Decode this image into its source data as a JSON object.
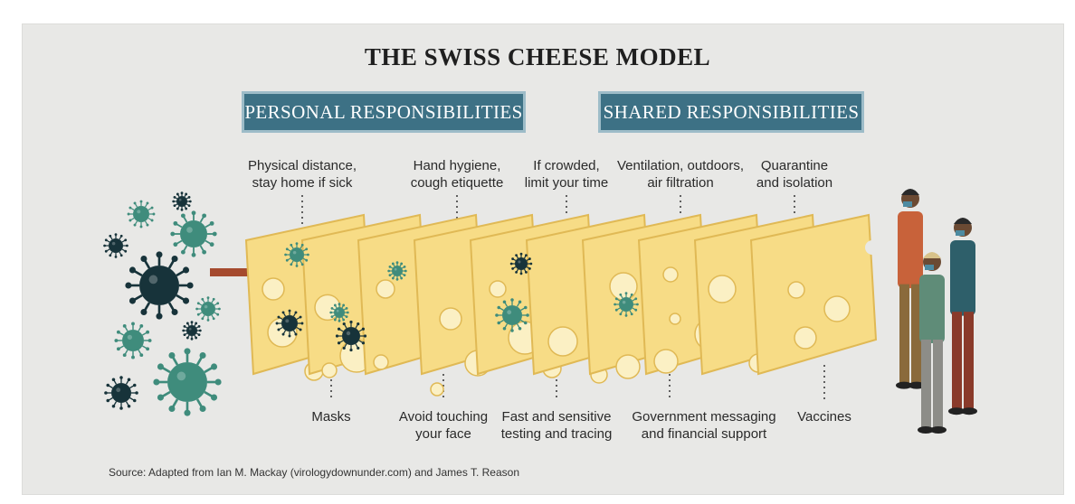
{
  "title": "THE SWISS CHEESE MODEL",
  "bands": {
    "personal": "PERSONAL RESPONSIBILITIES",
    "shared": "SHARED RESPONSIBILITIES"
  },
  "top_labels": [
    {
      "line1": "Physical distance,",
      "line2": "stay home if sick"
    },
    {
      "line1": "Hand hygiene,",
      "line2": "cough etiquette"
    },
    {
      "line1": "If crowded,",
      "line2": "limit your time"
    },
    {
      "line1": "Ventilation, outdoors,",
      "line2": "air filtration"
    },
    {
      "line1": "Quarantine",
      "line2": "and isolation"
    }
  ],
  "bottom_labels": [
    {
      "line1": "Masks",
      "line2": ""
    },
    {
      "line1": "Avoid touching",
      "line2": "your face"
    },
    {
      "line1": "Fast and sensitive",
      "line2": "testing and tracing"
    },
    {
      "line1": "Government messaging",
      "line2": "and financial support"
    },
    {
      "line1": "Vaccines",
      "line2": ""
    }
  ],
  "source": "Source: Adapted from Ian M. Mackay (virologydownunder.com) and James T. Reason",
  "colors": {
    "band": "#3d7185",
    "cheese": "#f7dc86",
    "cheese_edge": "#e0b955",
    "virus_green": "#3f8c7c",
    "virus_dark": "#17333a",
    "arrow": "#a54a2e"
  }
}
